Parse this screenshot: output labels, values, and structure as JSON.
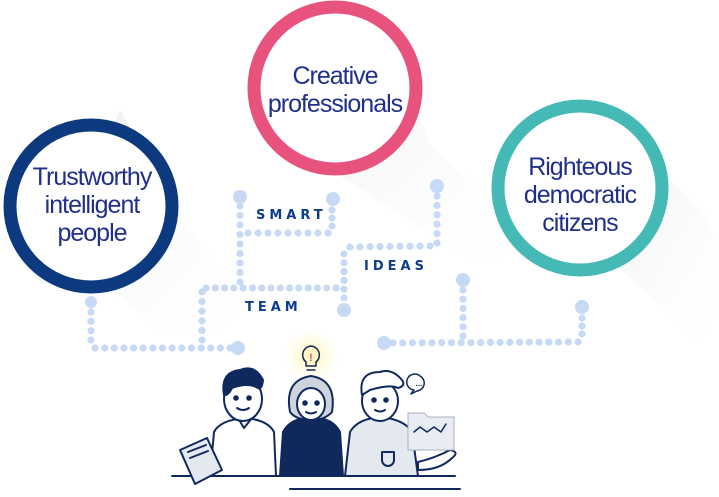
{
  "colors": {
    "navy": "#0d3a7e",
    "pink": "#e8537e",
    "teal": "#45b9b5",
    "dots": "#c7daf5",
    "text": "#1f2f8a",
    "keyword": "#0c3c8c",
    "person_dark": "#10295c",
    "person_light": "#e4e8ef",
    "bulb_glow": "#fff4b0"
  },
  "circles": [
    {
      "id": "trustworthy",
      "lines": [
        "Trustworthy",
        "intelligent",
        "people"
      ],
      "ring_color": "#0d3a7e"
    },
    {
      "id": "creative",
      "lines": [
        "Creative",
        "professionals"
      ],
      "ring_color": "#e8537e"
    },
    {
      "id": "righteous",
      "lines": [
        "Righteous",
        "democratic",
        "citizens"
      ],
      "ring_color": "#45b9b5"
    }
  ],
  "keywords": {
    "smart": "SMART",
    "ideas": "IDEAS",
    "team": "TEAM"
  },
  "illustration": {
    "lightbulb_symbol": "!",
    "speech_bubble_symbol": "...",
    "people": [
      "person-with-book",
      "person-with-idea",
      "person-with-chart"
    ]
  }
}
